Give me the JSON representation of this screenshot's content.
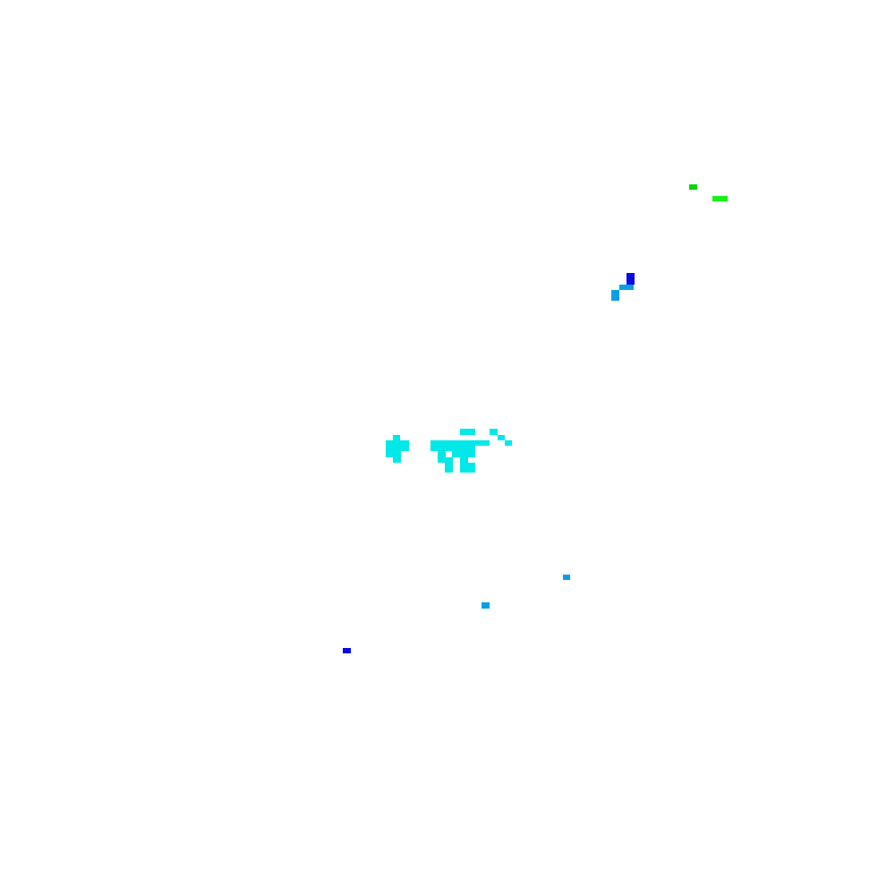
{
  "palette": {
    "background": "#ffffff",
    "cyan": "#00e8e8",
    "sky_blue": "#0a9ee8",
    "blue": "#0a0ae6",
    "green": "#0ad60a",
    "bright_green": "#18f018"
  },
  "clusters": [
    {
      "id": "green-specks",
      "colors": [
        "green",
        "bright_green"
      ]
    },
    {
      "id": "blue-diagonal-trail",
      "colors": [
        "blue",
        "sky_blue"
      ]
    },
    {
      "id": "cyan-mass",
      "colors": [
        "cyan"
      ]
    },
    {
      "id": "scattered-specks",
      "colors": [
        "sky_blue",
        "blue"
      ]
    }
  ]
}
